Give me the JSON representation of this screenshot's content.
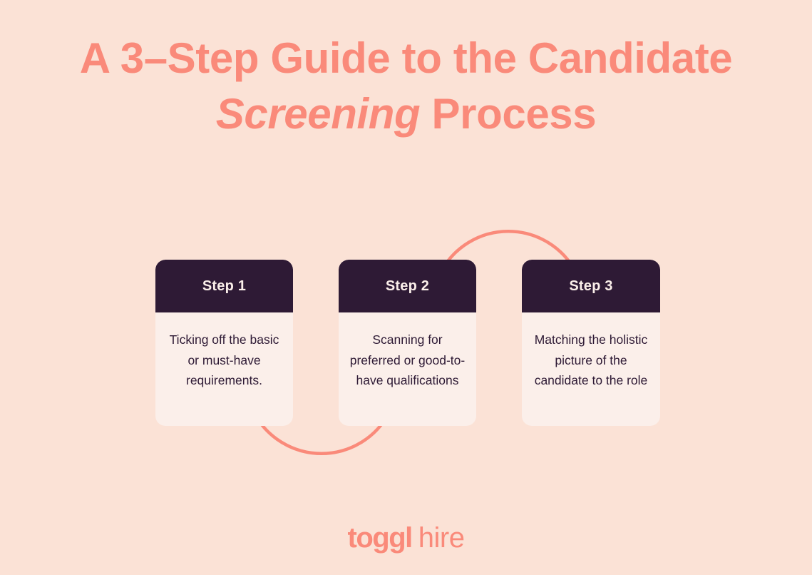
{
  "page": {
    "background_color": "#FBE2D6",
    "accent_color": "#FA8A7A",
    "dark_color": "#2E1A35",
    "card_body_color": "#FBEFEA"
  },
  "title": {
    "line1": "A 3–Step Guide to the Candidate",
    "line2_emphasis": "Screening",
    "line2_rest": " Process"
  },
  "steps": [
    {
      "header": "Step 1",
      "body": "Ticking off the basic or must-have requirements."
    },
    {
      "header": "Step 2",
      "body": "Scanning for preferred or good-to-have qualifications"
    },
    {
      "header": "Step 3",
      "body": "Matching the holistic picture of the candidate to the role"
    }
  ],
  "connectors": [
    {
      "name": "arc-step2-to-step3",
      "position": "above",
      "color": "#FA8A7A"
    },
    {
      "name": "arc-step1-to-step2",
      "position": "below",
      "color": "#FA8A7A"
    }
  ],
  "logo": {
    "mark": "toggl",
    "word": "hire",
    "color": "#FA8A7A"
  }
}
